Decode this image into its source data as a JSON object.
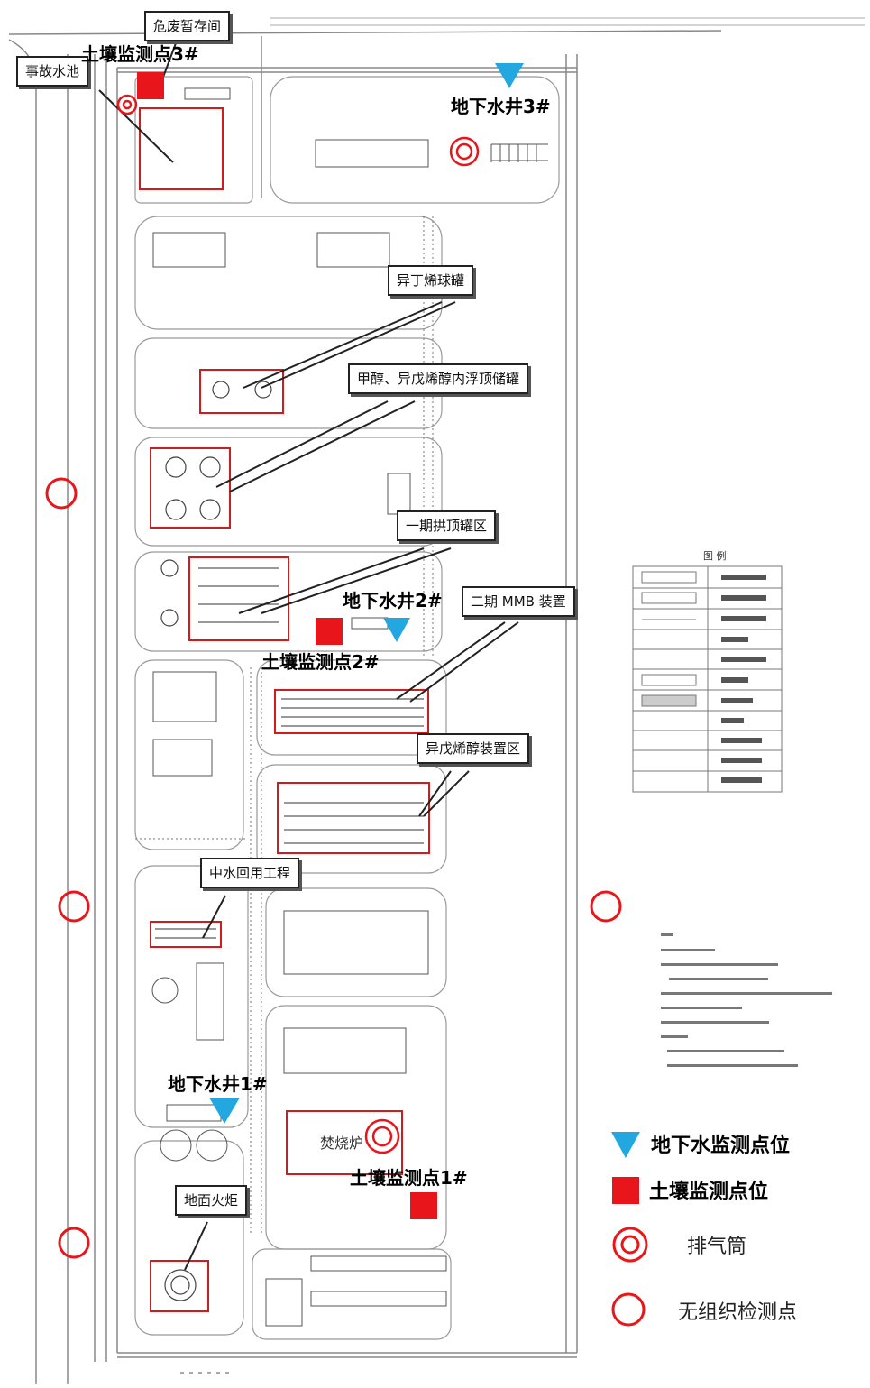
{
  "callouts": {
    "hazardous_waste": "危废暂存间",
    "accident_pool": "事故水池",
    "isobutylene_tank": "异丁烯球罐",
    "methanol_tank": "甲醇、异戊烯醇内浮顶储罐",
    "phase1_tank_area": "一期拱顶罐区",
    "phase2_mmb": "二期 MMB 装置",
    "isopentenol_unit": "异戊烯醇装置区",
    "water_reuse": "中水回用工程",
    "ground_flare": "地面火炬"
  },
  "monitoring_labels": {
    "soil_3": "土壤监测点3#",
    "groundwater_3": "地下水井3#",
    "groundwater_2": "地下水井2#",
    "soil_2": "土壤监测点2#",
    "groundwater_1": "地下水井1#",
    "soil_1": "土壤监测点1#"
  },
  "plant_labels": {
    "incinerator": "焚烧炉"
  },
  "legend": {
    "groundwater": "地下水监测点位",
    "soil": "土壤监测点位",
    "stack": "排气筒",
    "fugitive": "无组织检测点",
    "colors": {
      "groundwater": "#22a7e0",
      "soil": "#e8161b",
      "stack": "#e8161b",
      "fugitive": "#e8161b"
    },
    "icons": {
      "groundwater": "down-triangle",
      "soil": "filled-square",
      "stack": "double-circle",
      "fugitive": "circle"
    }
  },
  "small_legend_title": "图 例"
}
